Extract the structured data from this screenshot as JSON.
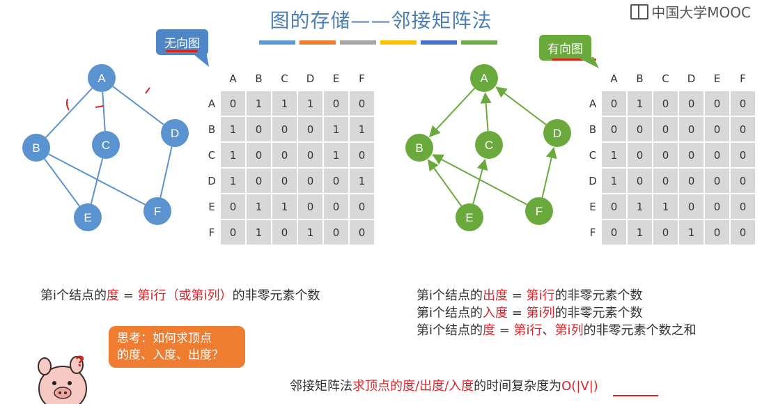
{
  "title": "图的存储——邻接矩阵法",
  "brand": "中国大学MOOC",
  "color_bar": [
    "#5b9bd5",
    "#ed7d31",
    "#a5a5a5",
    "#ffc000",
    "#4472c4",
    "#70ad47"
  ],
  "undirected": {
    "tag": "无向图",
    "nodes": [
      "A",
      "B",
      "C",
      "D",
      "E",
      "F"
    ],
    "edges": [
      [
        "A",
        "B"
      ],
      [
        "A",
        "C"
      ],
      [
        "A",
        "D"
      ],
      [
        "B",
        "E"
      ],
      [
        "B",
        "F"
      ],
      [
        "C",
        "E"
      ],
      [
        "D",
        "F"
      ]
    ],
    "matrix": {
      "cols": [
        "A",
        "B",
        "C",
        "D",
        "E",
        "F"
      ],
      "rows": [
        {
          "label": "A",
          "cells": [
            "0",
            "1",
            "1",
            "1",
            "0",
            "0"
          ]
        },
        {
          "label": "B",
          "cells": [
            "1",
            "0",
            "0",
            "0",
            "1",
            "1"
          ]
        },
        {
          "label": "C",
          "cells": [
            "1",
            "0",
            "0",
            "0",
            "1",
            "0"
          ]
        },
        {
          "label": "D",
          "cells": [
            "1",
            "0",
            "0",
            "0",
            "0",
            "1"
          ]
        },
        {
          "label": "E",
          "cells": [
            "0",
            "1",
            "1",
            "0",
            "0",
            "0"
          ]
        },
        {
          "label": "F",
          "cells": [
            "0",
            "1",
            "0",
            "1",
            "0",
            "0"
          ]
        }
      ]
    },
    "formula": {
      "p1": "第i个结点的",
      "p2": "度",
      "p3": " = ",
      "p4": "第i行（或第i列）",
      "p5": "的非零元素个数"
    }
  },
  "directed": {
    "tag": "有向图",
    "nodes": [
      "A",
      "B",
      "C",
      "D",
      "E",
      "F"
    ],
    "edges": [
      [
        "A",
        "B"
      ],
      [
        "C",
        "A"
      ],
      [
        "D",
        "A"
      ],
      [
        "E",
        "B"
      ],
      [
        "E",
        "C"
      ],
      [
        "F",
        "B"
      ],
      [
        "F",
        "D"
      ]
    ],
    "matrix": {
      "cols": [
        "A",
        "B",
        "C",
        "D",
        "E",
        "F"
      ],
      "rows": [
        {
          "label": "A",
          "cells": [
            "0",
            "1",
            "0",
            "0",
            "0",
            "0"
          ]
        },
        {
          "label": "B",
          "cells": [
            "0",
            "0",
            "0",
            "0",
            "0",
            "0"
          ]
        },
        {
          "label": "C",
          "cells": [
            "1",
            "0",
            "0",
            "0",
            "0",
            "0"
          ]
        },
        {
          "label": "D",
          "cells": [
            "1",
            "0",
            "0",
            "0",
            "0",
            "0"
          ]
        },
        {
          "label": "E",
          "cells": [
            "0",
            "1",
            "1",
            "0",
            "0",
            "0"
          ]
        },
        {
          "label": "F",
          "cells": [
            "0",
            "1",
            "0",
            "1",
            "0",
            "0"
          ]
        }
      ]
    },
    "formulas": [
      {
        "p1": "第i个结点的",
        "p2": "出度",
        "p3": " = ",
        "p4": "第i行",
        "p5": "的非零元素个数",
        "p6": ""
      },
      {
        "p1": "第i个结点的",
        "p2": "入度",
        "p3": " = ",
        "p4": "第i列",
        "p5": "的非零元素个数",
        "p6": ""
      },
      {
        "p1": "第i个结点的",
        "p2": "度",
        "p3": " = ",
        "p4": "第i行",
        "p5": "、",
        "p6": "第i列",
        "p7": "的非零元素个数之和"
      }
    ]
  },
  "think": {
    "line1": "思考：如何求顶点",
    "line2": "的度、入度、出度？"
  },
  "bottom": {
    "p1": "邻接矩阵法",
    "p2": "求顶点的度/出度/入度",
    "p3": "的时间复杂度为",
    "p4": "O(|V|)"
  },
  "mascot": {
    "mark": "?"
  }
}
